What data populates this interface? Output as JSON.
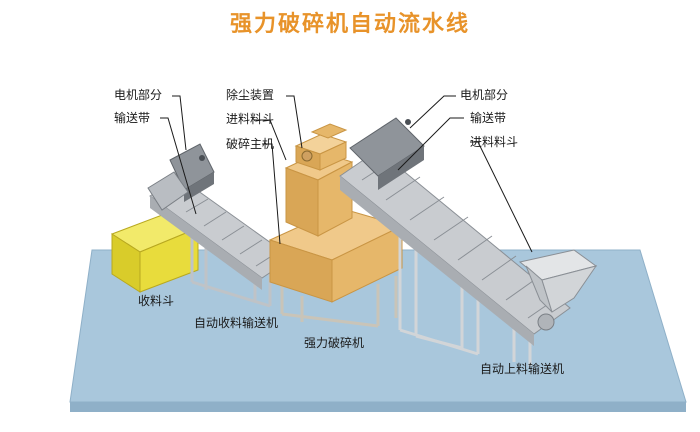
{
  "title": "强力破碎机自动流水线",
  "labels": {
    "left_motor": "电机部分",
    "left_belt": "输送带",
    "dust_removal": "除尘装置",
    "feed_hopper_center": "进料料斗",
    "crusher_main": "破碎主机",
    "right_motor": "电机部分",
    "right_belt": "输送带",
    "feed_hopper_right": "进料料斗",
    "collect_hopper": "收料斗",
    "auto_collect_conveyor": "自动收料输送机",
    "crusher": "强力破碎机",
    "auto_feed_conveyor": "自动上料输送机"
  },
  "colors": {
    "title": "#e8932a",
    "platform": "#a9c7dc",
    "crusher": "#e6b76a",
    "collect_bin": "#e8dc3c",
    "conveyor": "#c9ccd0",
    "frame": "#d9dbde",
    "motor_body": "#8f949a"
  }
}
